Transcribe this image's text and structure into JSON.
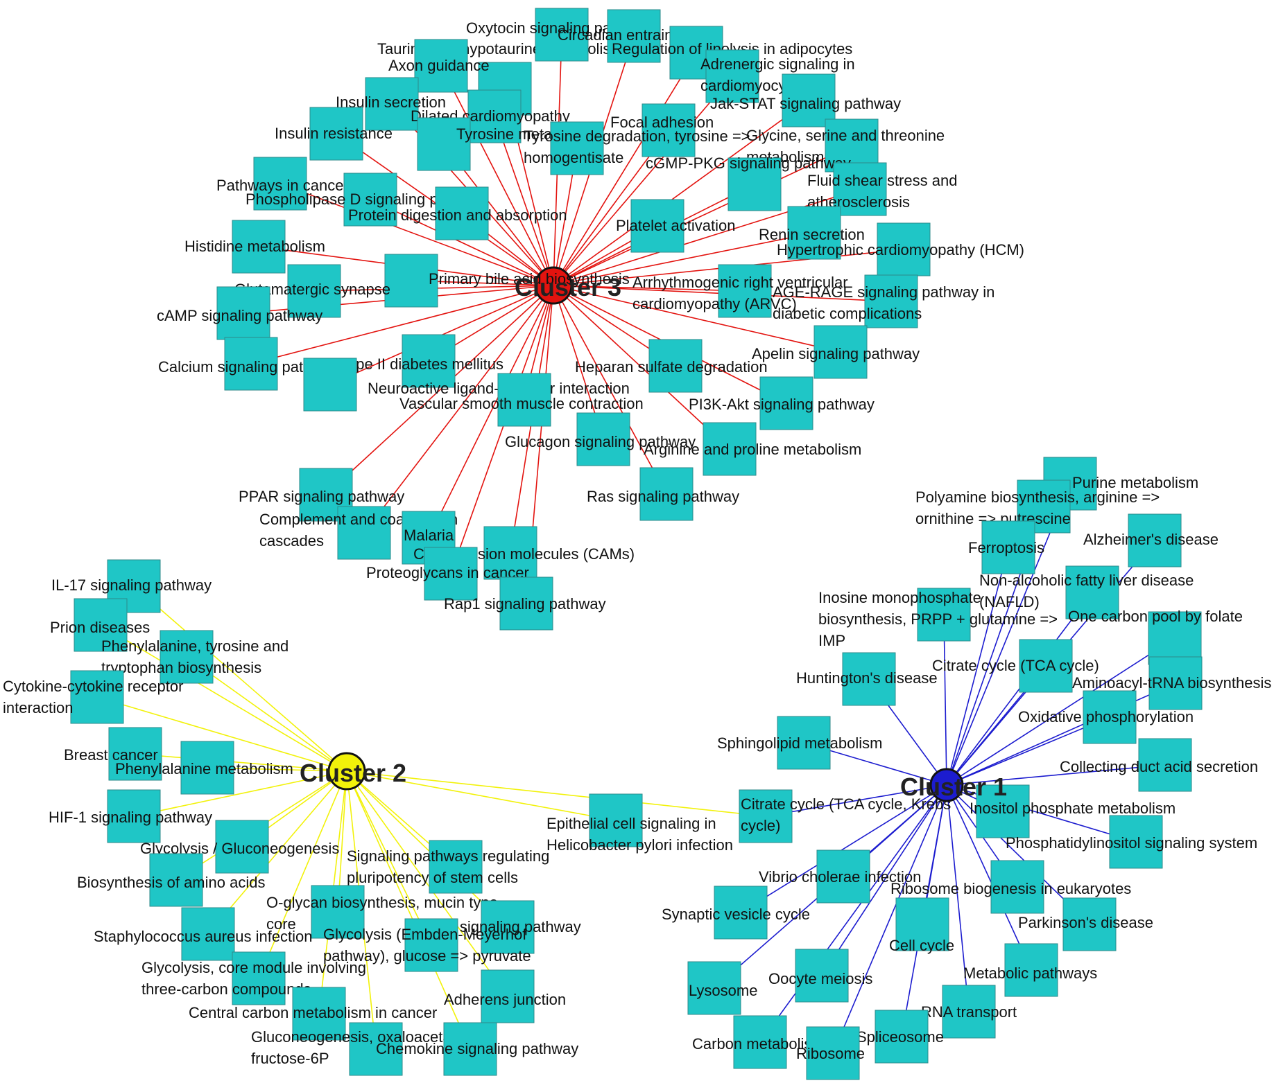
{
  "colors": {
    "c1": "#1c1ccf",
    "c2": "#f2f20a",
    "c3": "#e3130f",
    "box": "#1fc6c6"
  },
  "clusters": [
    {
      "id": "c3",
      "label": "Cluster 3",
      "nodes": [
        [
          "Taurine and hypotaurine metabolism"
        ],
        [
          "Oxytocin signaling pathway"
        ],
        [
          "Circadian entrainment"
        ],
        [
          "Regulation of lipolysis in adipocytes"
        ],
        [
          "Axon guidance"
        ],
        [
          "Adrenergic signaling in",
          "cardiomyocytes"
        ],
        [
          "Insulin secretion"
        ],
        [
          "Dilated cardiomyopathy"
        ],
        [
          "Jak-STAT signaling pathway"
        ],
        [
          "Insulin resistance"
        ],
        [
          "Focal adhesion"
        ],
        [
          "Tyrosine metabolism"
        ],
        [
          "Tyrosine degradation, tyrosine =>",
          "homogentisate"
        ],
        [
          "Glycine, serine and threonine",
          "metabolism"
        ],
        [
          "cGMP-PKG signaling pathway"
        ],
        [
          "Pathways in cancer"
        ],
        [
          "Fluid shear stress and",
          "atherosclerosis"
        ],
        [
          "Phospholipase D signaling pathway"
        ],
        [
          "Protein digestion and absorption"
        ],
        [
          "Platelet activation"
        ],
        [
          "Renin secretion"
        ],
        [
          "Hypertrophic cardiomyopathy (HCM)"
        ],
        [
          "Histidine metabolism"
        ],
        [
          "Primary bile acid biosynthesis"
        ],
        [
          "Glutamatergic synapse"
        ],
        [
          "Arrhythmogenic right ventricular",
          "cardiomyopathy (ARVC)"
        ],
        [
          "AGE-RAGE signaling pathway in",
          "diabetic complications"
        ],
        [
          "cAMP signaling pathway"
        ],
        [
          "Apelin signaling pathway"
        ],
        [
          "Calcium signaling pathway"
        ],
        [
          "Type II diabetes mellitus"
        ],
        [
          "Heparan sulfate degradation"
        ],
        [
          "Neuroactive ligand-receptor interaction"
        ],
        [
          "Vascular smooth muscle contraction"
        ],
        [
          "PI3K-Akt signaling pathway"
        ],
        [
          "Glucagon signaling pathway"
        ],
        [
          "Arginine and proline metabolism"
        ],
        [
          "Ras signaling pathway"
        ],
        [
          "PPAR signaling pathway"
        ],
        [
          "Complement and coagulation",
          "cascades"
        ],
        [
          "Malaria"
        ],
        [
          "Cell adhesion molecules (CAMs)"
        ],
        [
          "Proteoglycans in cancer"
        ],
        [
          "Rap1 signaling pathway"
        ]
      ]
    },
    {
      "id": "c2",
      "label": "Cluster 2",
      "nodes": [
        [
          "IL-17 signaling pathway"
        ],
        [
          "Prion diseases"
        ],
        [
          "Phenylalanine, tyrosine and",
          "tryptophan biosynthesis"
        ],
        [
          "Cytokine-cytokine receptor",
          "interaction"
        ],
        [
          "Breast cancer"
        ],
        [
          "Phenylalanine metabolism"
        ],
        [
          "HIF-1 signaling pathway"
        ],
        [
          "Glycolysis / Gluconeogenesis"
        ],
        [
          "Signaling pathways regulating",
          "pluripotency of stem cells"
        ],
        [
          "Biosynthesis of amino acids"
        ],
        [
          "O-glycan biosynthesis, mucin type",
          "core"
        ],
        [
          "TNF signaling pathway"
        ],
        [
          "Staphylococcus aureus infection"
        ],
        [
          "Glycolysis (Embden-Meyerhof",
          "pathway), glucose => pyruvate"
        ],
        [
          "Glycolysis, core module involving",
          "three-carbon compounds"
        ],
        [
          "Adherens junction"
        ],
        [
          "Central carbon metabolism in cancer"
        ],
        [
          "Gluconeogenesis, oxaloacetate =>",
          "fructose-6P"
        ],
        [
          "Chemokine signaling pathway"
        ],
        [
          "Epithelial cell signaling in",
          "Helicobacter pylori infection"
        ]
      ]
    },
    {
      "id": "c1",
      "label": "Cluster 1",
      "nodes": [
        [
          "Purine metabolism"
        ],
        [
          "Polyamine biosynthesis, arginine =>",
          "ornithine => putrescine"
        ],
        [
          "Alzheimer's disease"
        ],
        [
          "Ferroptosis"
        ],
        [
          "Non-alcoholic fatty liver disease",
          "(NAFLD)"
        ],
        [
          "Inosine monophosphate",
          "biosynthesis, PRPP + glutamine =>",
          "IMP"
        ],
        [
          "One carbon pool by folate"
        ],
        [
          "Citrate cycle (TCA cycle)"
        ],
        [
          "Huntington's disease"
        ],
        [
          "Aminoacyl-tRNA biosynthesis"
        ],
        [
          "Oxidative phosphorylation"
        ],
        [
          "Sphingolipid metabolism"
        ],
        [
          "Collecting duct acid secretion"
        ],
        [
          "Citrate cycle (TCA cycle, Krebs",
          "cycle)"
        ],
        [
          "Inositol phosphate metabolism"
        ],
        [
          "Phosphatidylinositol signaling system"
        ],
        [
          "Vibrio cholerae infection"
        ],
        [
          "Ribosome biogenesis in eukaryotes"
        ],
        [
          "Synaptic vesicle cycle"
        ],
        [
          "Parkinson's disease"
        ],
        [
          "Cell cycle"
        ],
        [
          "Metabolic pathways"
        ],
        [
          "Oocyte meiosis"
        ],
        [
          "Lysosome"
        ],
        [
          "RNA transport"
        ],
        [
          "Carbon metabolism"
        ],
        [
          "Spliceosome"
        ],
        [
          "Ribosome"
        ]
      ]
    }
  ]
}
